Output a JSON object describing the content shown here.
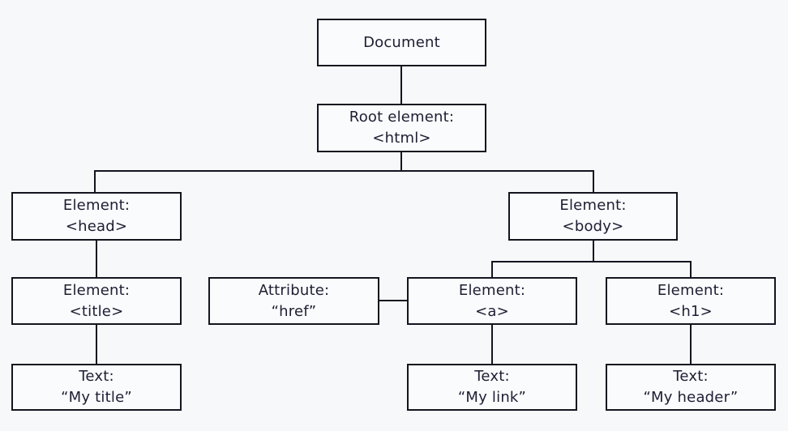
{
  "diagram": {
    "type": "tree",
    "description": "DOM tree of an HTML document",
    "colors": {
      "background": "#f7f8fa",
      "line": "#14141f",
      "box_fill": "#fafbfd",
      "text": "#1e1e33"
    },
    "nodes": {
      "document": {
        "line1": "Document",
        "line2": ""
      },
      "html": {
        "line1": "Root element:",
        "line2": "<html>"
      },
      "head": {
        "line1": "Element:",
        "line2": "<head>"
      },
      "body": {
        "line1": "Element:",
        "line2": "<body>"
      },
      "title": {
        "line1": "Element:",
        "line2": "<title>"
      },
      "href": {
        "line1": "Attribute:",
        "line2": "“href”"
      },
      "a": {
        "line1": "Element:",
        "line2": "<a>"
      },
      "h1": {
        "line1": "Element:",
        "line2": "<h1>"
      },
      "text_title": {
        "line1": "Text:",
        "line2": "“My title”"
      },
      "text_link": {
        "line1": "Text:",
        "line2": "“My link”"
      },
      "text_header": {
        "line1": "Text:",
        "line2": "“My header”"
      }
    },
    "edges": [
      {
        "from": "document",
        "to": "html"
      },
      {
        "from": "html",
        "to": "head"
      },
      {
        "from": "html",
        "to": "body"
      },
      {
        "from": "head",
        "to": "title"
      },
      {
        "from": "title",
        "to": "text_title"
      },
      {
        "from": "body",
        "to": "a"
      },
      {
        "from": "body",
        "to": "h1"
      },
      {
        "from": "href",
        "to": "a"
      },
      {
        "from": "a",
        "to": "text_link"
      },
      {
        "from": "h1",
        "to": "text_header"
      }
    ]
  }
}
